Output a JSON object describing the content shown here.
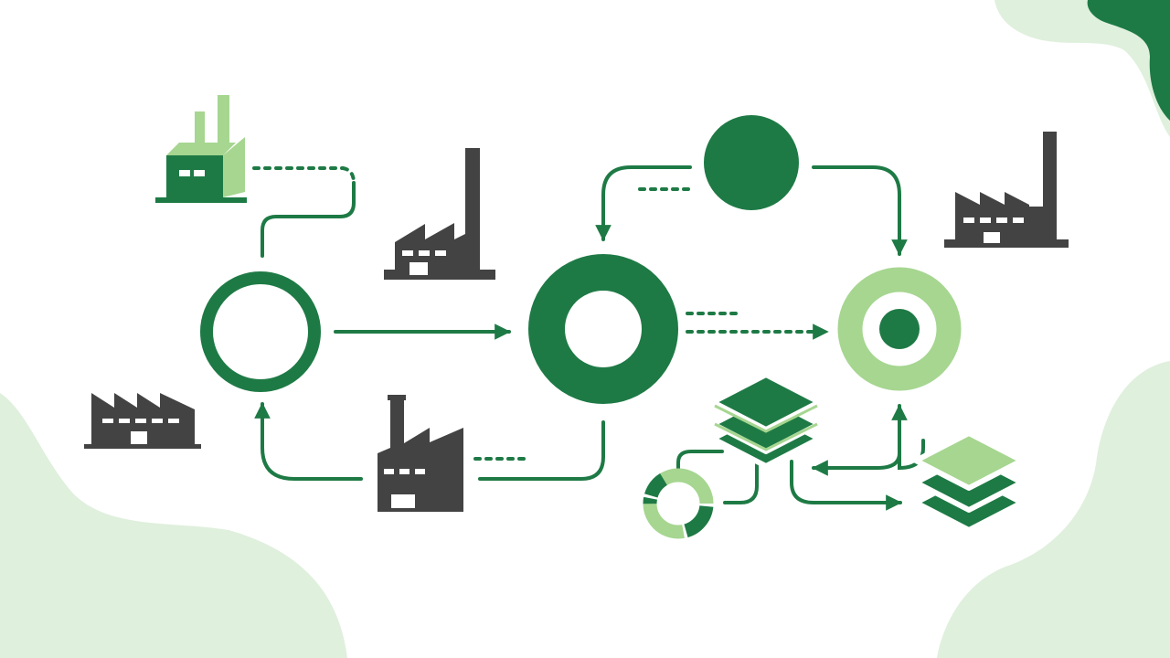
{
  "diagram": {
    "description_text": "",
    "colors": {
      "dark_green": "#1e7a45",
      "light_green": "#a6d690",
      "pale_green": "#dff0dd",
      "factory_gray": "#434343",
      "background": "#ffffff"
    },
    "nodes": [
      {
        "id": "source-ring",
        "shape": "ring",
        "color": "dark_green"
      },
      {
        "id": "hub-ring",
        "shape": "thick-ring",
        "color": "dark_green"
      },
      {
        "id": "top-circle",
        "shape": "solid-circle",
        "color": "dark_green"
      },
      {
        "id": "target-ring",
        "shape": "ring-with-dot",
        "color": "light_green"
      },
      {
        "id": "segmented-ring",
        "shape": "segmented-ring",
        "color": "light_green"
      },
      {
        "id": "dark-layer-stack",
        "shape": "layer-stack",
        "color": "dark_green"
      },
      {
        "id": "light-layer-stack",
        "shape": "layer-stack",
        "color": "light_green"
      }
    ],
    "factories": [
      {
        "id": "green-factory",
        "color": "light_green"
      },
      {
        "id": "factory-tall-chimney",
        "color": "factory_gray"
      },
      {
        "id": "factory-left",
        "color": "factory_gray"
      },
      {
        "id": "factory-bottom",
        "color": "factory_gray"
      },
      {
        "id": "factory-right",
        "color": "factory_gray"
      }
    ],
    "connections": [
      {
        "from": "green-factory",
        "to": "source-ring",
        "style": "dotted-then-solid"
      },
      {
        "from": "source-ring",
        "to": "hub-ring",
        "style": "solid-arrow"
      },
      {
        "from": "factory-bottom",
        "to": "source-ring",
        "style": "solid-arrow"
      },
      {
        "from": "hub-ring",
        "to": "factory-bottom",
        "style": "solid-then-dotted"
      },
      {
        "from": "top-circle",
        "to": "hub-ring",
        "style": "solid-arrow"
      },
      {
        "from": "top-circle",
        "to": "target-ring",
        "style": "solid-arrow"
      },
      {
        "from": "hub-ring",
        "to": "target-ring",
        "style": "dotted-arrow"
      },
      {
        "from": "light-layer-stack",
        "to": "target-ring",
        "style": "solid-arrow"
      },
      {
        "from": "target-ring",
        "to": "dark-layer-stack",
        "style": "solid-arrow"
      },
      {
        "from": "dark-layer-stack",
        "to": "light-layer-stack",
        "style": "solid-arrow"
      },
      {
        "from": "dark-layer-stack",
        "to": "segmented-ring",
        "style": "solid-line"
      }
    ]
  }
}
